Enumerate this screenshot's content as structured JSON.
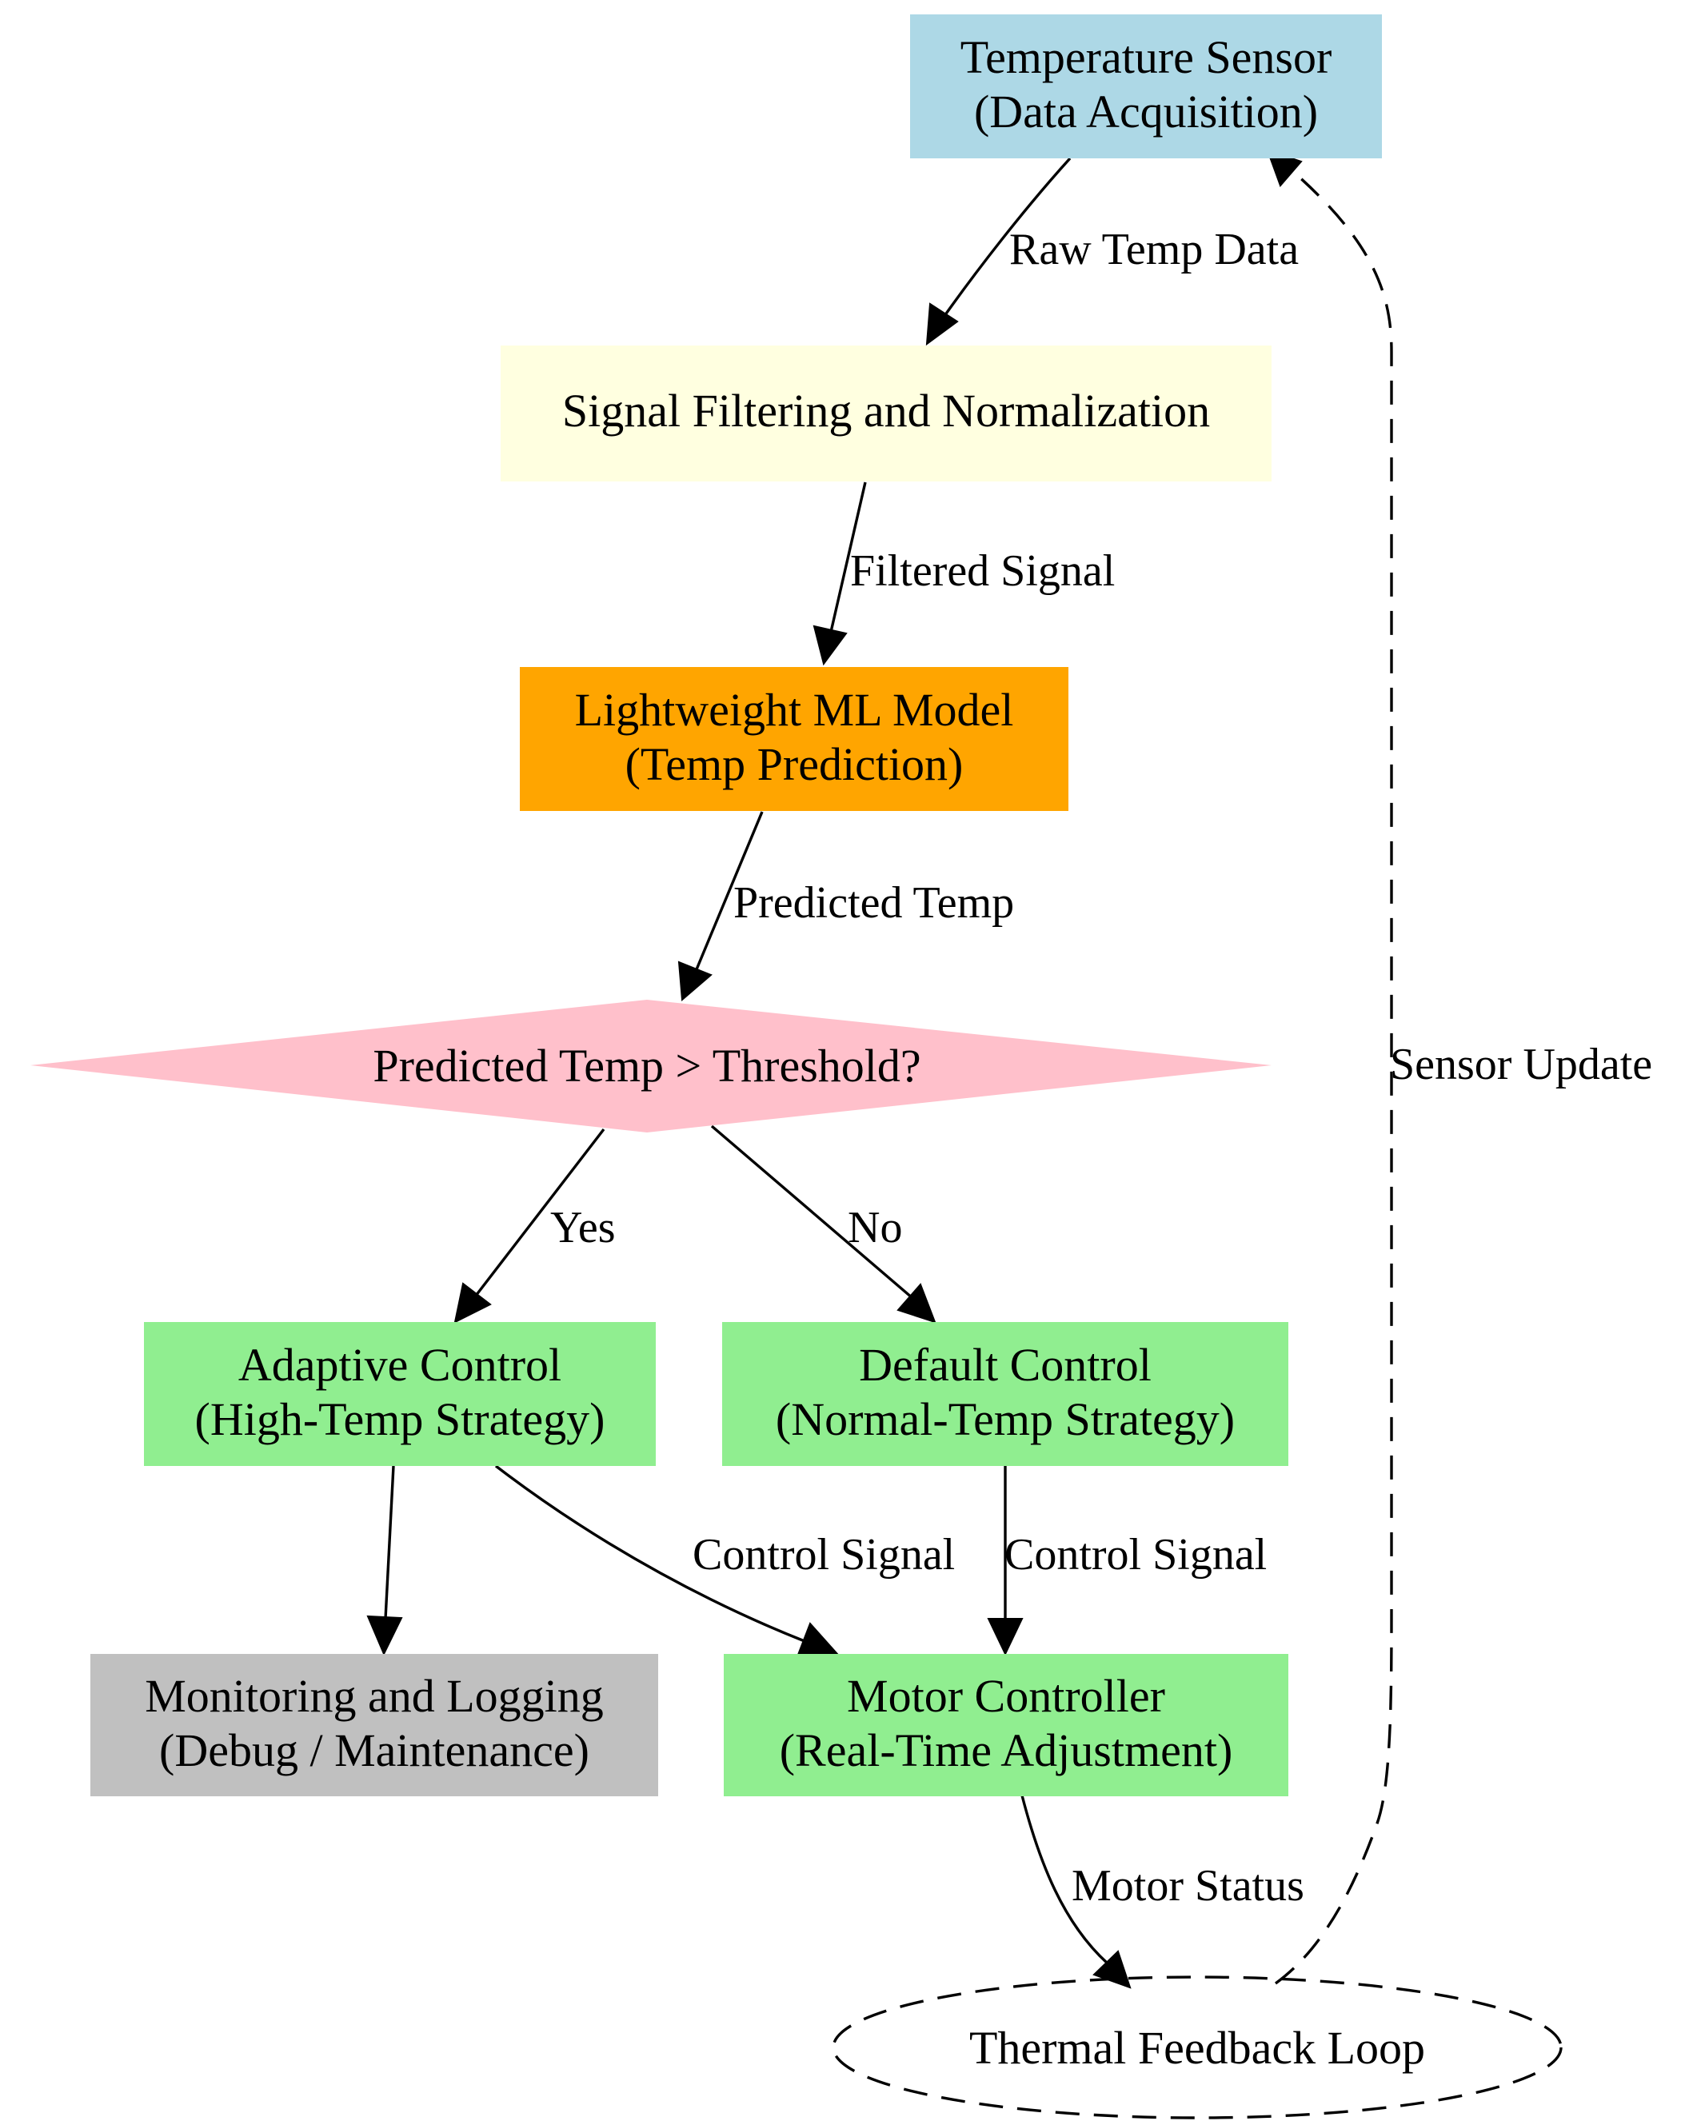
{
  "colors": {
    "sensor": "#add8e6",
    "filter": "#ffffe0",
    "model": "#ffa500",
    "decision": "#ffc0cb",
    "control": "#90ee90",
    "monitoring": "#c0c0c0",
    "edge": "#000000"
  },
  "nodes": {
    "sensor": {
      "line1": "Temperature Sensor",
      "line2": "(Data Acquisition)"
    },
    "filter": {
      "line1": "Signal Filtering and Normalization"
    },
    "model": {
      "line1": "Lightweight ML Model",
      "line2": "(Temp Prediction)"
    },
    "decision": {
      "line1": "Predicted Temp > Threshold?"
    },
    "adaptive": {
      "line1": "Adaptive Control",
      "line2": "(High-Temp Strategy)"
    },
    "default": {
      "line1": "Default Control",
      "line2": "(Normal-Temp Strategy)"
    },
    "monitoring": {
      "line1": "Monitoring and Logging",
      "line2": "(Debug / Maintenance)"
    },
    "motor": {
      "line1": "Motor Controller",
      "line2": "(Real-Time Adjustment)"
    },
    "feedback": {
      "line1": "Thermal Feedback Loop"
    }
  },
  "edges": {
    "sensor_to_filter": "Raw Temp Data",
    "filter_to_model": "Filtered Signal",
    "model_to_decision": "Predicted Temp",
    "decision_yes": "Yes",
    "decision_no": "No",
    "adaptive_to_motor": "Control Signal",
    "default_to_motor": "Control Signal",
    "motor_to_feedback": "Motor Status",
    "feedback_to_sensor": "Sensor Update"
  }
}
